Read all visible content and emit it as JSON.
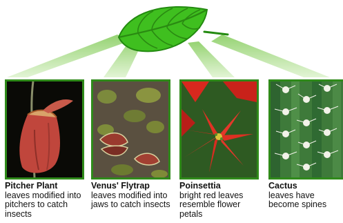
{
  "plants": [
    {
      "name": "Pitcher Plant",
      "description": "leaves modified into pitchers to catch insects"
    },
    {
      "name": "Venus' Flytrap",
      "description": "leaves modified into jaws to catch insects"
    },
    {
      "name": "Poinsettia",
      "description": "bright red leaves resemble flower petals"
    },
    {
      "name": "Cactus",
      "description": "leaves have become spines"
    }
  ],
  "icons": {
    "central": "leaf-icon"
  },
  "colors": {
    "leaf": "#3fbf1f",
    "leaf_vein": "#2a8a12",
    "beam": "#b8e3a0",
    "frame": "#2f8a1a"
  }
}
